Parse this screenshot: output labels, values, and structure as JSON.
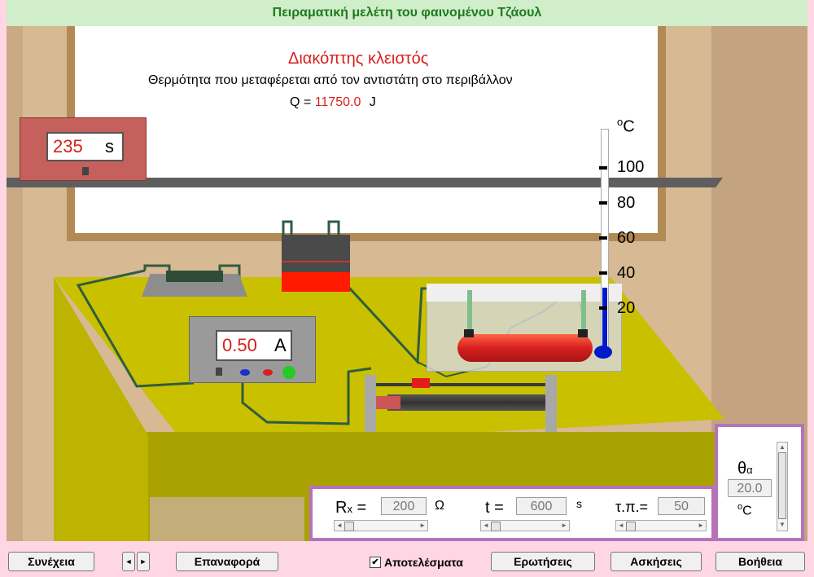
{
  "title": "Πειραματική μελέτη του φαινομένου Τζάουλ",
  "board": {
    "switch_status": "Διακόπτης κλειστός",
    "heat_text": "Θερμότητα που μεταφέρεται από τον αντιστάτη στο περιβάλλον",
    "q_label": "Q =",
    "q_value": "11750.0",
    "q_unit": "J"
  },
  "timer": {
    "value": "235",
    "unit": "s"
  },
  "ammeter": {
    "value": "0.50",
    "unit": "A"
  },
  "thermometer": {
    "unit": "oC",
    "scale": [
      "100",
      "80",
      "60",
      "40",
      "20"
    ],
    "level": 31
  },
  "controls": {
    "rx": {
      "label": "R",
      "sub": "x",
      "eq": "=",
      "value": "200",
      "unit": "Ω"
    },
    "t": {
      "label": "t",
      "eq": "=",
      "value": "600",
      "unit": "s"
    },
    "tp": {
      "label": "τ.π.",
      "eq": "=",
      "value": "50"
    },
    "theta": {
      "label": "θ",
      "sub": "α",
      "value": "20.0",
      "unit": "oC"
    }
  },
  "buttons": {
    "continue": "Συνέχεια",
    "reset": "Επαναφορά",
    "results": "Αποτελέσματα",
    "questions": "Ερωτήσεις",
    "exercises": "Ασκήσεις",
    "help": "Βοήθεια"
  },
  "colors": {
    "accent_red": "#d61f1f",
    "title_green": "#1f7a1f",
    "frame_purple": "#b573b9"
  }
}
